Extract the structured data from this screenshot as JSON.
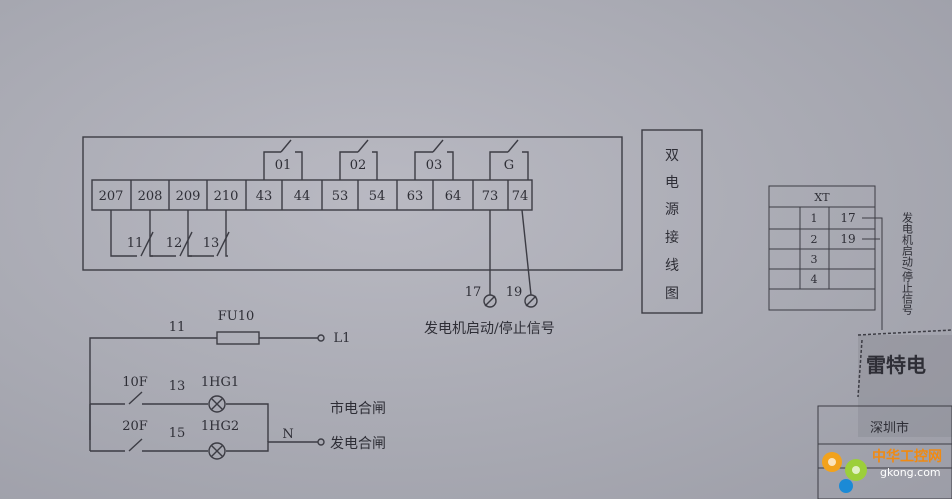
{
  "terminals": [
    "207",
    "208",
    "209",
    "210",
    "43",
    "44",
    "53",
    "54",
    "63",
    "64",
    "73",
    "74"
  ],
  "relays": [
    "01",
    "02",
    "03",
    "G"
  ],
  "switches": [
    "11",
    "12",
    "13"
  ],
  "signal_wires": [
    "17",
    "19"
  ],
  "signal_caption": "发电机启动/停止信号",
  "title_vertical": [
    "双",
    "电",
    "源",
    "接",
    "线",
    "图"
  ],
  "xt": {
    "title": "XT",
    "rows": [
      {
        "no": "1",
        "wire": "17"
      },
      {
        "no": "2",
        "wire": "19"
      },
      {
        "no": "3",
        "wire": ""
      },
      {
        "no": "4",
        "wire": ""
      }
    ]
  },
  "xt_vertical_caption": "发电机启动/停止信号",
  "lower": {
    "wire_11": "11",
    "fuse": "FU10",
    "l1": "L1",
    "sw1": "10F",
    "wire_13": "13",
    "lamp1": "1HG1",
    "sw2": "20F",
    "wire_15": "15",
    "lamp2": "1HG2",
    "neutral": "N",
    "caption_mains": "市电合闸",
    "caption_gen": "发电合闸"
  },
  "stamp_text": "雷特电",
  "stamp_line2": "深圳市",
  "watermark": {
    "brand": "中华工控网",
    "url": "gkong.com"
  }
}
